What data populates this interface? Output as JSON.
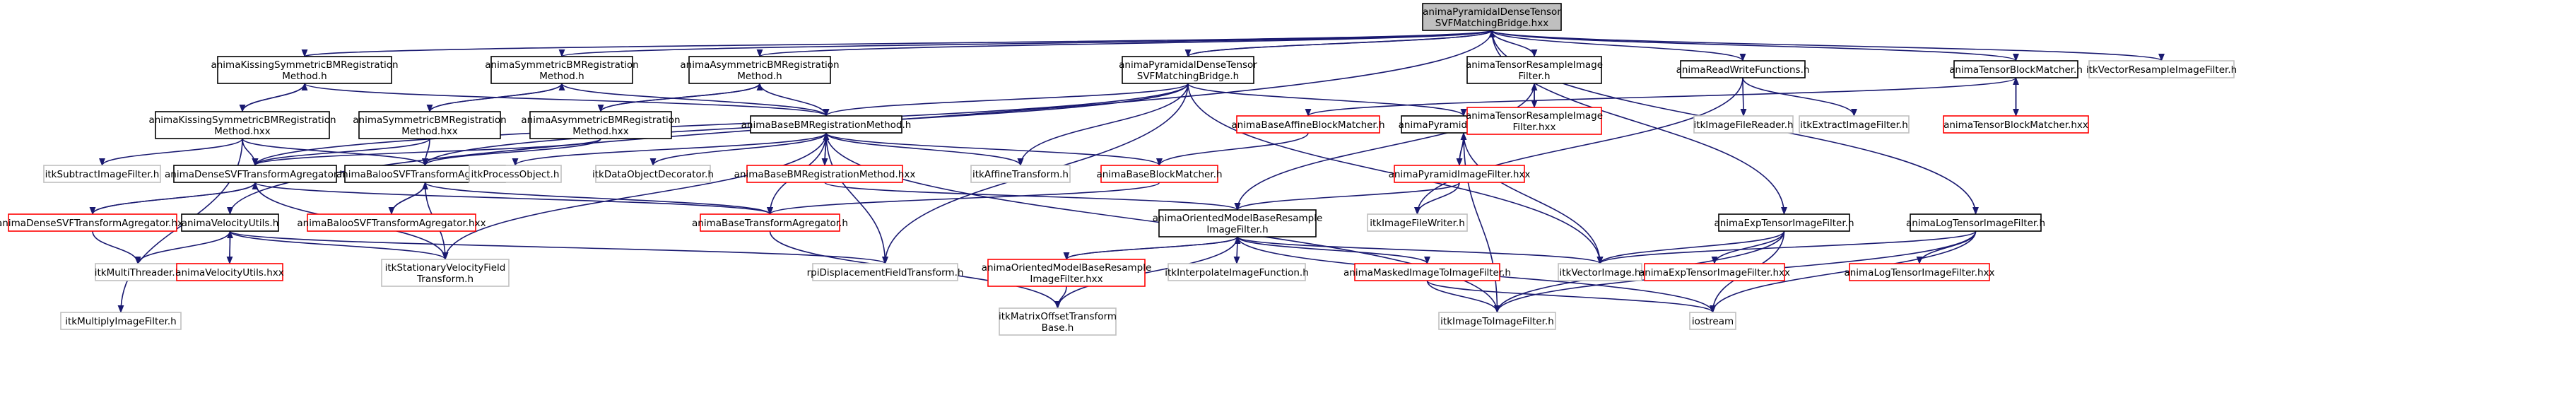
{
  "colors": {
    "background": "#ffffff",
    "root_fill": "#bfbfbf",
    "normal_fill": "#ffffff",
    "normal_border": "#000000",
    "missing_border": "#bfbfbf",
    "red_border": "#ff0000",
    "red_text": "#ff0000",
    "edge": "#191970",
    "text": "#000000"
  },
  "nodes": [
    {
      "id": "root",
      "lines": [
        "animaPyramidalDenseTensor",
        "SVFMatchingBridge.hxx"
      ],
      "kind": "root"
    },
    {
      "id": "kissing_h",
      "lines": [
        "animaKissingSymmetricBMRegistration",
        "Method.h"
      ],
      "kind": "normal"
    },
    {
      "id": "symm_h",
      "lines": [
        "animaSymmetricBMRegistration",
        "Method.h"
      ],
      "kind": "normal"
    },
    {
      "id": "asym_h",
      "lines": [
        "animaAsymmetricBMRegistration",
        "Method.h"
      ],
      "kind": "normal"
    },
    {
      "id": "bridge_h",
      "lines": [
        "animaPyramidalDenseTensor",
        "SVFMatchingBridge.h"
      ],
      "kind": "normal"
    },
    {
      "id": "resample_h",
      "lines": [
        "animaTensorResampleImage",
        "Filter.h"
      ],
      "kind": "normal"
    },
    {
      "id": "rw_h",
      "lines": [
        "animaReadWriteFunctions.h"
      ],
      "kind": "normal"
    },
    {
      "id": "tbm_h",
      "lines": [
        "animaTensorBlockMatcher.h"
      ],
      "kind": "normal"
    },
    {
      "id": "itkvecres",
      "lines": [
        "itkVectorResampleImageFilter.h"
      ],
      "kind": "missing"
    },
    {
      "id": "kissing_hxx",
      "lines": [
        "animaKissingSymmetricBMRegistration",
        "Method.hxx"
      ],
      "kind": "normal"
    },
    {
      "id": "symm_hxx",
      "lines": [
        "animaSymmetricBMRegistration",
        "Method.hxx"
      ],
      "kind": "normal"
    },
    {
      "id": "asym_hxx",
      "lines": [
        "animaAsymmetricBMRegistration",
        "Method.hxx"
      ],
      "kind": "normal"
    },
    {
      "id": "basebm_h",
      "lines": [
        "animaBaseBMRegistrationMethod.h"
      ],
      "kind": "normal"
    },
    {
      "id": "affine_bm",
      "lines": [
        "animaBaseAffineBlockMatcher.h"
      ],
      "kind": "red"
    },
    {
      "id": "pyr_h",
      "lines": [
        "animaPyramidImageFilter.h"
      ],
      "kind": "normal"
    },
    {
      "id": "resample_hxx",
      "lines": [
        "animaTensorResampleImage",
        "Filter.hxx"
      ],
      "kind": "red"
    },
    {
      "id": "itkreader",
      "lines": [
        "itkImageFileReader.h"
      ],
      "kind": "missing"
    },
    {
      "id": "itkextract",
      "lines": [
        "itkExtractImageFilter.h"
      ],
      "kind": "missing"
    },
    {
      "id": "tbm_hxx",
      "lines": [
        "animaTensorBlockMatcher.hxx"
      ],
      "kind": "red"
    },
    {
      "id": "itksubtract",
      "lines": [
        "itkSubtractImageFilter.h"
      ],
      "kind": "missing"
    },
    {
      "id": "densesvf_h",
      "lines": [
        "animaDenseSVFTransformAgregator.h"
      ],
      "kind": "normal"
    },
    {
      "id": "balooc_h",
      "lines": [
        "animaBalooSVFTransformAgregator.h"
      ],
      "kind": "normal"
    },
    {
      "id": "itkprocess",
      "lines": [
        "itkProcessObject.h"
      ],
      "kind": "missing"
    },
    {
      "id": "itkdatadeco",
      "lines": [
        "itkDataObjectDecorator.h"
      ],
      "kind": "missing"
    },
    {
      "id": "itkaffine",
      "lines": [
        "itkAffineTransform.h"
      ],
      "kind": "missing"
    },
    {
      "id": "basebm_hxx",
      "lines": [
        "animaBaseBMRegistrationMethod.hxx"
      ],
      "kind": "red"
    },
    {
      "id": "baseblock",
      "lines": [
        "animaBaseBlockMatcher.h"
      ],
      "kind": "red"
    },
    {
      "id": "pyr_hxx",
      "lines": [
        "animaPyramidImageFilter.hxx"
      ],
      "kind": "red"
    },
    {
      "id": "densesvf_hxx",
      "lines": [
        "animaDenseSVFTransformAgregator.hxx"
      ],
      "kind": "red"
    },
    {
      "id": "balooc_hxx",
      "lines": [
        "animaBalooSVFTransformAgregator.hxx"
      ],
      "kind": "red"
    },
    {
      "id": "velo_h",
      "lines": [
        "animaVelocityUtils.h"
      ],
      "kind": "normal"
    },
    {
      "id": "basetrans",
      "lines": [
        "animaBaseTransformAgregator.h"
      ],
      "kind": "red"
    },
    {
      "id": "oriented_h",
      "lines": [
        "animaOrientedModelBaseResample",
        "ImageFilter.h"
      ],
      "kind": "normal"
    },
    {
      "id": "itkwriter",
      "lines": [
        "itkImageFileWriter.h"
      ],
      "kind": "missing"
    },
    {
      "id": "exp_h",
      "lines": [
        "animaExpTensorImageFilter.h"
      ],
      "kind": "normal"
    },
    {
      "id": "log_h",
      "lines": [
        "animaLogTensorImageFilter.h"
      ],
      "kind": "normal"
    },
    {
      "id": "itkmulti",
      "lines": [
        "itkMultiThreader.h"
      ],
      "kind": "missing"
    },
    {
      "id": "velo_hxx",
      "lines": [
        "animaVelocityUtils.hxx"
      ],
      "kind": "red"
    },
    {
      "id": "itkstat",
      "lines": [
        "itkStationaryVelocityField",
        "Transform.h"
      ],
      "kind": "missing"
    },
    {
      "id": "rpi_disp",
      "lines": [
        "rpiDisplacementFieldTransform.h"
      ],
      "kind": "missing"
    },
    {
      "id": "oriented_hxx",
      "lines": [
        "animaOrientedModelBaseResample",
        "ImageFilter.hxx"
      ],
      "kind": "red"
    },
    {
      "id": "itkinterp",
      "lines": [
        "itkInterpolateImageFunction.h"
      ],
      "kind": "missing"
    },
    {
      "id": "masked_h",
      "lines": [
        "animaMaskedImageToImageFilter.h"
      ],
      "kind": "red"
    },
    {
      "id": "itkvecimg",
      "lines": [
        "itkVectorImage.h"
      ],
      "kind": "missing"
    },
    {
      "id": "exp_hxx",
      "lines": [
        "animaExpTensorImageFilter.hxx"
      ],
      "kind": "red"
    },
    {
      "id": "log_hxx",
      "lines": [
        "animaLogTensorImageFilter.hxx"
      ],
      "kind": "red"
    },
    {
      "id": "itkmultiply",
      "lines": [
        "itkMultiplyImageFilter.h"
      ],
      "kind": "missing"
    },
    {
      "id": "itkmatrix",
      "lines": [
        "itkMatrixOffsetTransform",
        "Base.h"
      ],
      "kind": "missing"
    },
    {
      "id": "itkimgtoimg",
      "lines": [
        "itkImageToImageFilter.h"
      ],
      "kind": "missing"
    },
    {
      "id": "iostream",
      "lines": [
        "iostream"
      ],
      "kind": "missing"
    }
  ],
  "edges": [
    [
      "root",
      "kissing_h"
    ],
    [
      "root",
      "symm_h"
    ],
    [
      "root",
      "asym_h"
    ],
    [
      "root",
      "bridge_h"
    ],
    [
      "root",
      "resample_h"
    ],
    [
      "root",
      "rw_h"
    ],
    [
      "root",
      "tbm_h"
    ],
    [
      "root",
      "itkvecres"
    ],
    [
      "root",
      "exp_h"
    ],
    [
      "root",
      "log_h"
    ],
    [
      "root",
      "velo_h"
    ],
    [
      "bridge_h",
      "root"
    ],
    [
      "kissing_h",
      "kissing_hxx"
    ],
    [
      "kissing_hxx",
      "kissing_h"
    ],
    [
      "kissing_h",
      "basebm_h"
    ],
    [
      "symm_h",
      "symm_hxx"
    ],
    [
      "symm_hxx",
      "symm_h"
    ],
    [
      "symm_h",
      "basebm_h"
    ],
    [
      "asym_h",
      "asym_hxx"
    ],
    [
      "asym_hxx",
      "asym_h"
    ],
    [
      "asym_h",
      "basebm_h"
    ],
    [
      "kissing_hxx",
      "itksubtract"
    ],
    [
      "kissing_hxx",
      "densesvf_h"
    ],
    [
      "kissing_hxx",
      "balooc_h"
    ],
    [
      "kissing_hxx",
      "itkmultiply"
    ],
    [
      "symm_hxx",
      "densesvf_h"
    ],
    [
      "symm_hxx",
      "balooc_h"
    ],
    [
      "asym_hxx",
      "densesvf_h"
    ],
    [
      "asym_hxx",
      "balooc_h"
    ],
    [
      "bridge_h",
      "basebm_h"
    ],
    [
      "bridge_h",
      "pyr_h"
    ],
    [
      "bridge_h",
      "itkaffine"
    ],
    [
      "bridge_h",
      "densesvf_h"
    ],
    [
      "bridge_h",
      "balooc_h"
    ],
    [
      "bridge_h",
      "rpi_disp"
    ],
    [
      "bridge_h",
      "itkvecimg"
    ],
    [
      "basebm_h",
      "basebm_hxx"
    ],
    [
      "basebm_hxx",
      "basebm_h"
    ],
    [
      "basebm_h",
      "itkprocess"
    ],
    [
      "basebm_h",
      "itkdatadeco"
    ],
    [
      "basebm_h",
      "itkaffine"
    ],
    [
      "basebm_h",
      "baseblock"
    ],
    [
      "basebm_h",
      "basetrans"
    ],
    [
      "basebm_h",
      "rpi_disp"
    ],
    [
      "basebm_h",
      "itkstat"
    ],
    [
      "basebm_h",
      "itkimgtoimg"
    ],
    [
      "basebm_hxx",
      "oriented_h"
    ],
    [
      "resample_h",
      "resample_hxx"
    ],
    [
      "resample_hxx",
      "resample_h"
    ],
    [
      "resample_h",
      "oriented_h"
    ],
    [
      "rw_h",
      "itkreader"
    ],
    [
      "rw_h",
      "itkextract"
    ],
    [
      "rw_h",
      "itkwriter"
    ],
    [
      "tbm_h",
      "tbm_hxx"
    ],
    [
      "tbm_hxx",
      "tbm_h"
    ],
    [
      "tbm_h",
      "affine_bm"
    ],
    [
      "affine_bm",
      "baseblock"
    ],
    [
      "baseblock",
      "basetrans"
    ],
    [
      "pyr_h",
      "pyr_hxx"
    ],
    [
      "pyr_hxx",
      "pyr_h"
    ],
    [
      "pyr_h",
      "itkvecimg"
    ],
    [
      "pyr_h",
      "itkimgtoimg"
    ],
    [
      "pyr_hxx",
      "oriented_h"
    ],
    [
      "pyr_hxx",
      "itkwriter"
    ],
    [
      "densesvf_h",
      "densesvf_hxx"
    ],
    [
      "densesvf_hxx",
      "densesvf_h"
    ],
    [
      "densesvf_h",
      "basetrans"
    ],
    [
      "densesvf_h",
      "itkstat"
    ],
    [
      "densesvf_hxx",
      "itkmulti"
    ],
    [
      "balooc_h",
      "balooc_hxx"
    ],
    [
      "balooc_hxx",
      "balooc_h"
    ],
    [
      "balooc_h",
      "basetrans"
    ],
    [
      "balooc_h",
      "itkstat"
    ],
    [
      "velo_h",
      "velo_hxx"
    ],
    [
      "velo_hxx",
      "velo_h"
    ],
    [
      "velo_h",
      "itkstat"
    ],
    [
      "velo_h",
      "rpi_disp"
    ],
    [
      "velo_h",
      "itkmulti"
    ],
    [
      "basetrans",
      "itkmatrix"
    ],
    [
      "oriented_h",
      "oriented_hxx"
    ],
    [
      "oriented_hxx",
      "oriented_h"
    ],
    [
      "oriented_h",
      "itkinterp"
    ],
    [
      "oriented_h",
      "masked_h"
    ],
    [
      "oriented_h",
      "itkvecimg"
    ],
    [
      "oriented_h",
      "itkmatrix"
    ],
    [
      "oriented_h",
      "iostream"
    ],
    [
      "oriented_hxx",
      "itkmatrix"
    ],
    [
      "masked_h",
      "itkimgtoimg"
    ],
    [
      "masked_h",
      "iostream"
    ],
    [
      "exp_h",
      "exp_hxx"
    ],
    [
      "exp_h",
      "itkvecimg"
    ],
    [
      "exp_h",
      "itkimgtoimg"
    ],
    [
      "exp_h",
      "iostream"
    ],
    [
      "log_h",
      "log_hxx"
    ],
    [
      "log_h",
      "itkvecimg"
    ],
    [
      "log_h",
      "itkimgtoimg"
    ],
    [
      "log_h",
      "iostream"
    ]
  ]
}
